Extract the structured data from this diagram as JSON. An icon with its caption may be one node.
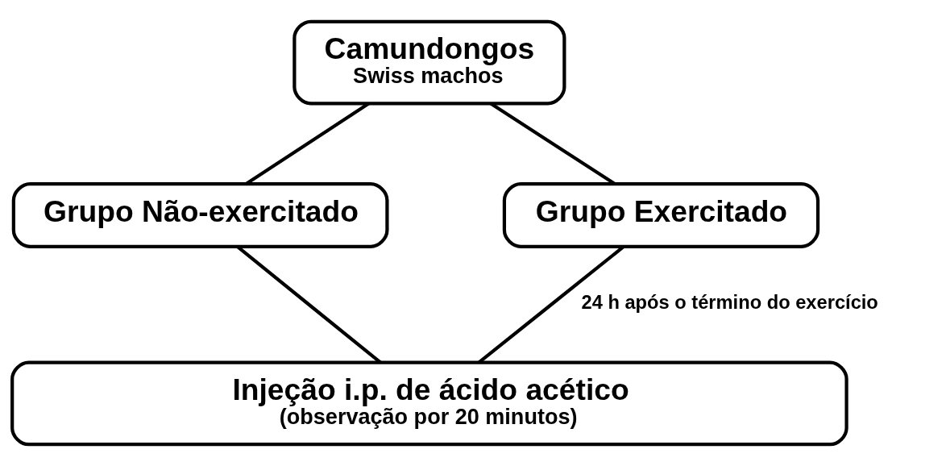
{
  "diagram": {
    "nodes": [
      {
        "text": [
          "Camundongos",
          "Swiss machos"
        ]
      },
      {
        "text": [
          "Grupo Não-exercitado"
        ]
      },
      {
        "text": [
          "Grupo Exercitado"
        ]
      },
      {
        "text": [
          "Injeção i.p. de ácido acético",
          "(observação por 20 minutos)"
        ]
      }
    ],
    "edges": [
      {
        "from": 0,
        "to": 1,
        "arrow": "none"
      },
      {
        "from": 0,
        "to": 2,
        "arrow": "none"
      },
      {
        "from": 1,
        "to": 3,
        "arrow": "none"
      },
      {
        "from": 2,
        "to": 3,
        "arrow": "none",
        "label": "24 h após o término do exercício"
      }
    ]
  }
}
